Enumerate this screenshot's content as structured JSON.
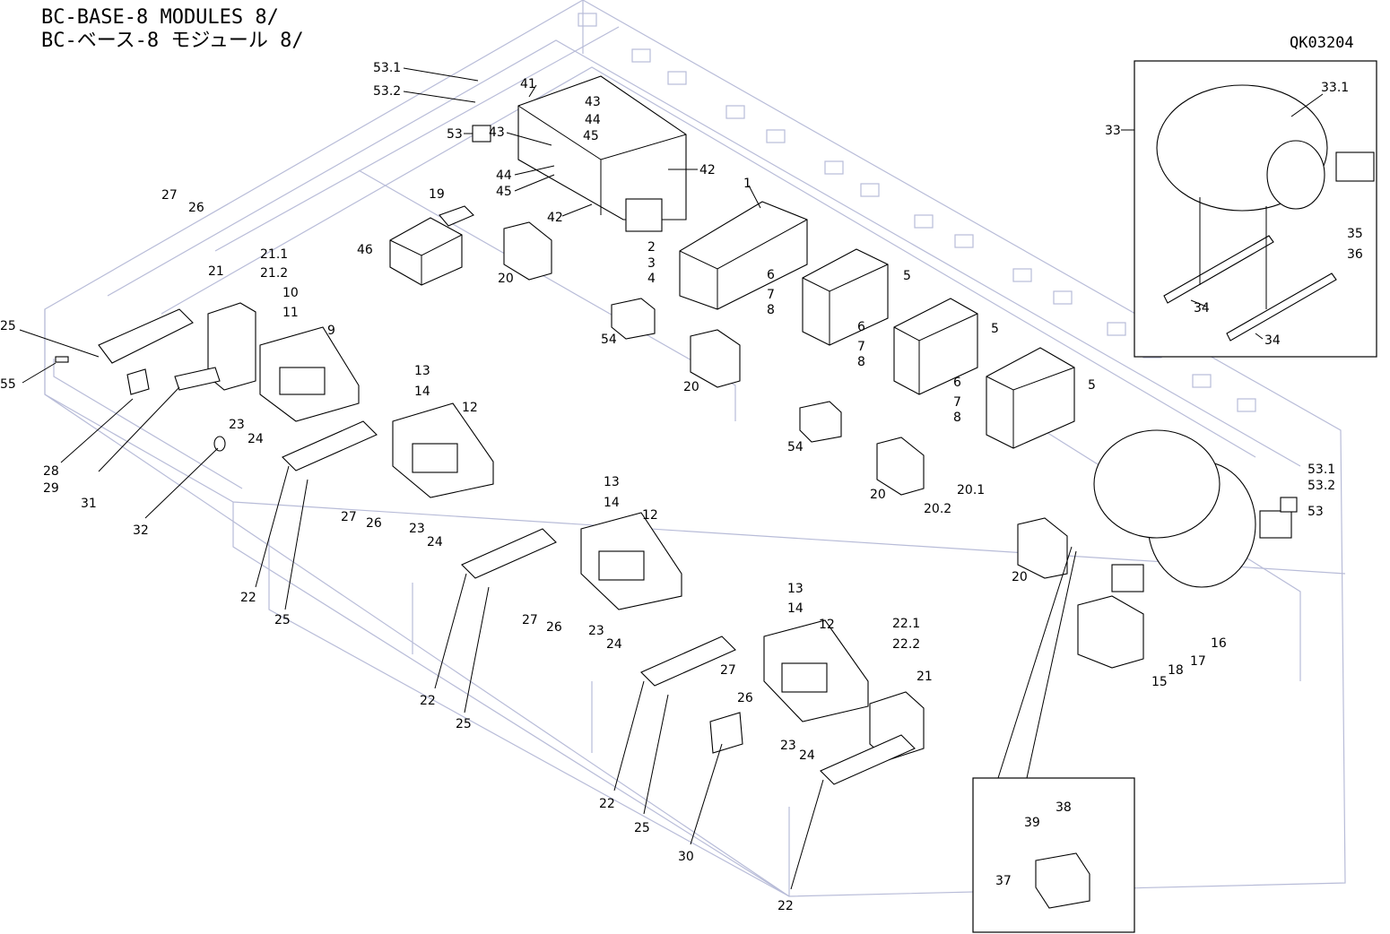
{
  "header": {
    "title_line1": "BC-BASE-8 MODULES 8/",
    "title_line2": "BC-ベース-8 モジュール 8/",
    "drawing_code": "QK03204"
  },
  "callouts": [
    "53.1",
    "53.2",
    "53",
    "41",
    "43",
    "44",
    "45",
    "43",
    "44",
    "45",
    "42",
    "42",
    "27",
    "26",
    "19",
    "46",
    "20",
    "1",
    "2",
    "3",
    "4",
    "21.1",
    "21.2",
    "21",
    "10",
    "11",
    "9",
    "6",
    "7",
    "8",
    "5",
    "6",
    "7",
    "8",
    "5",
    "6",
    "7",
    "8",
    "5",
    "25",
    "55",
    "54",
    "20",
    "28",
    "29",
    "31",
    "32",
    "23",
    "24",
    "13",
    "14",
    "12",
    "27",
    "26",
    "22",
    "25",
    "54",
    "20",
    "20.1",
    "20.2",
    "13",
    "14",
    "12",
    "23",
    "24",
    "27",
    "26",
    "22",
    "25",
    "13",
    "14",
    "12",
    "22.1",
    "22.2",
    "21",
    "23",
    "24",
    "27",
    "26",
    "22",
    "25",
    "30",
    "22",
    "23",
    "24",
    "33",
    "33.1",
    "35",
    "36",
    "34",
    "34",
    "53.1",
    "53.2",
    "53",
    "20",
    "16",
    "17",
    "18",
    "15",
    "38",
    "39",
    "37"
  ]
}
